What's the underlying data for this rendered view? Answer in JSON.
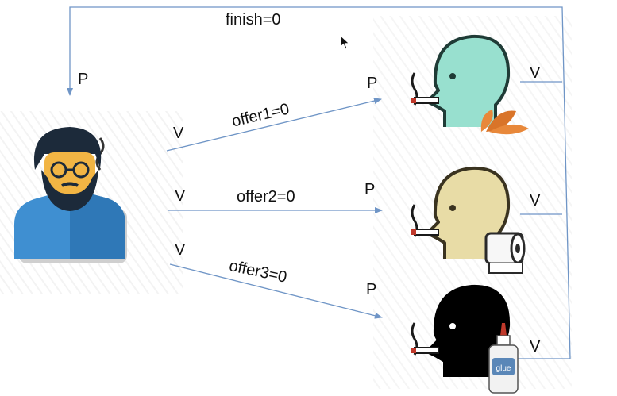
{
  "labels": {
    "finish": "finish=0",
    "agent_p": "P",
    "offer1": "offer1=0",
    "offer2": "offer2=0",
    "offer3": "offer3=0",
    "v_agent_1": "V",
    "v_agent_2": "V",
    "v_agent_3": "V",
    "p_smoker_1": "P",
    "p_smoker_2": "P",
    "p_smoker_3": "P",
    "v_smoker_1": "V",
    "v_smoker_2": "V",
    "v_smoker_3": "V"
  },
  "items": {
    "glue_label": "glue"
  },
  "colors": {
    "arrow": "#6f95c6",
    "smoker1_face": "#98e0cf",
    "smoker2_face": "#e8dca6",
    "smoker3_face": "#000000",
    "agent_shirt": "#3f8fd1",
    "agent_hair": "#1c2a3a",
    "agent_skin": "#f2b544",
    "leaf": "#e8883a"
  },
  "icons": [
    "agent-icon",
    "smoker-tobacco-icon",
    "smoker-paper-icon",
    "smoker-glue-icon",
    "tobacco-leaf-icon",
    "paper-roll-icon",
    "glue-bottle-icon",
    "mouse-cursor-icon"
  ]
}
